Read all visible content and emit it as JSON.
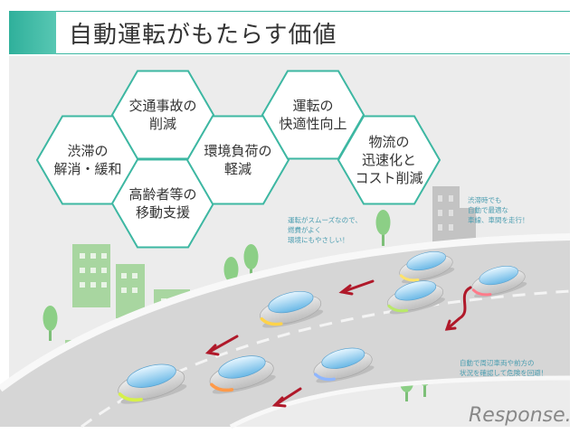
{
  "title": "自動運転がもたらす価値",
  "hexagons": [
    {
      "lines": [
        "渋滞の",
        "解消・緩和"
      ]
    },
    {
      "lines": [
        "交通事故の",
        "削減"
      ]
    },
    {
      "lines": [
        "高齢者等の",
        "移動支援"
      ]
    },
    {
      "lines": [
        "環境負荷の",
        "軽減"
      ]
    },
    {
      "lines": [
        "運転の",
        "快適性向上"
      ]
    },
    {
      "lines": [
        "物流の",
        "迅速化と",
        "コスト削減"
      ]
    }
  ],
  "notes": {
    "fuel": [
      "運転がスムーズなので、",
      "燃費がよく",
      "環境にもやさしい！"
    ],
    "traffic": [
      "渋滞時でも",
      "自動で最適な",
      "車線、車間を走行！"
    ],
    "safety": [
      "自動で周辺車両や前方の",
      "状況を確認して危険を回避！"
    ]
  },
  "logo": "Response.",
  "colors": {
    "accent": "#3db7a2",
    "arrow": "#b0192a",
    "note_text": "#4a9db0",
    "tree": "#8ccf86",
    "building": "#a8d6a0"
  }
}
